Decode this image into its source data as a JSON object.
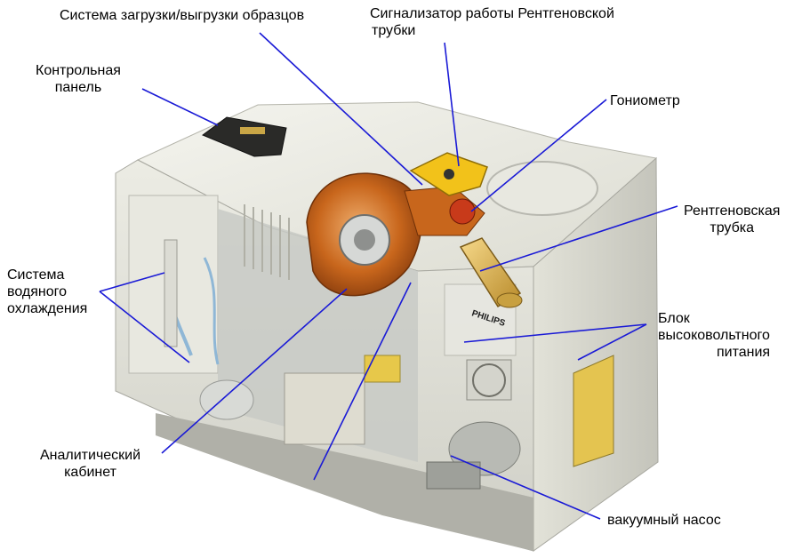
{
  "diagram": {
    "colors": {
      "leader_line": "#1a1ad6",
      "housing": "#e6e6dc",
      "goniometer": "#c8661c",
      "indicator": "#f2c21a"
    },
    "brand_on_housing": "PHILIPS",
    "labels": {
      "sample_changer": "Система загрузки/выгрузки образцов",
      "indicator_line1": "Сигнализатор работы Рентгеновской",
      "indicator_line2": "трубки",
      "control_panel_line1": "Контрольная",
      "control_panel_line2": "панель",
      "goniometer": "Гониометр",
      "xray_tube_line1": "Рентгеновская",
      "xray_tube_line2": "трубка",
      "cooling_line1": "Система",
      "cooling_line2": "водяного",
      "cooling_line3": "охлаждения",
      "hv_supply_line1": "Блок",
      "hv_supply_line2": "высоковольтного",
      "hv_supply_line3": "питания",
      "analytical_cabinet_line1": "Аналитический",
      "analytical_cabinet_line2": "кабинет",
      "vacuum_pump": "вакуумный насос"
    }
  }
}
